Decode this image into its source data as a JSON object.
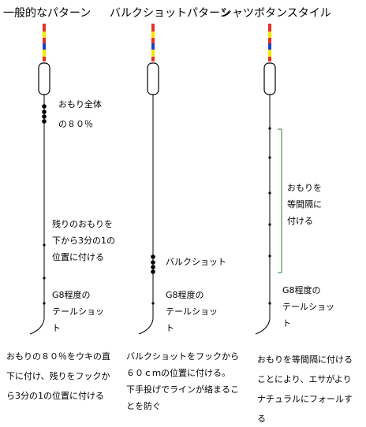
{
  "titles": {
    "general": "一般的なパターン",
    "bulk": "バルクショットパターン",
    "shirt": "シャツボタンスタイル"
  },
  "labels": {
    "omori_zentai": [
      "おもり全体",
      "の８０％"
    ],
    "nokori": [
      "残りのおもりを",
      "下から3分の1の",
      "位置に付ける"
    ],
    "tail1": [
      "G8程度の",
      "テールショッ",
      "ト"
    ],
    "bulk_shot": "バルクショット",
    "tail2": [
      "G8程度の",
      "テールショッ",
      "ト"
    ],
    "toukankaku": [
      "おもりを",
      "等間隔に",
      "付ける"
    ],
    "tail3": [
      "G8程度の",
      "テールショッ",
      "ト"
    ]
  },
  "descriptions": {
    "general": [
      "おもりの８０％をウキの直",
      "下に付け、残りをフックか",
      "ら3分の1の位置に付ける"
    ],
    "bulk": [
      "バルクショットをフックから",
      "６０ｃｍの位置に付ける。",
      "下手投げでラインが絡まるこ",
      "とを防ぐ"
    ],
    "shirt": [
      "おもりを等間隔に付ける",
      "ことにより、エサがより",
      "ナチュラルにフォールす",
      "る"
    ]
  },
  "colors": {
    "float_red": "#e8302a",
    "float_yellow": "#f5e600",
    "float_blue": "#1c3fc8",
    "bracket_green": "#2e7d32",
    "line": "#000000"
  }
}
